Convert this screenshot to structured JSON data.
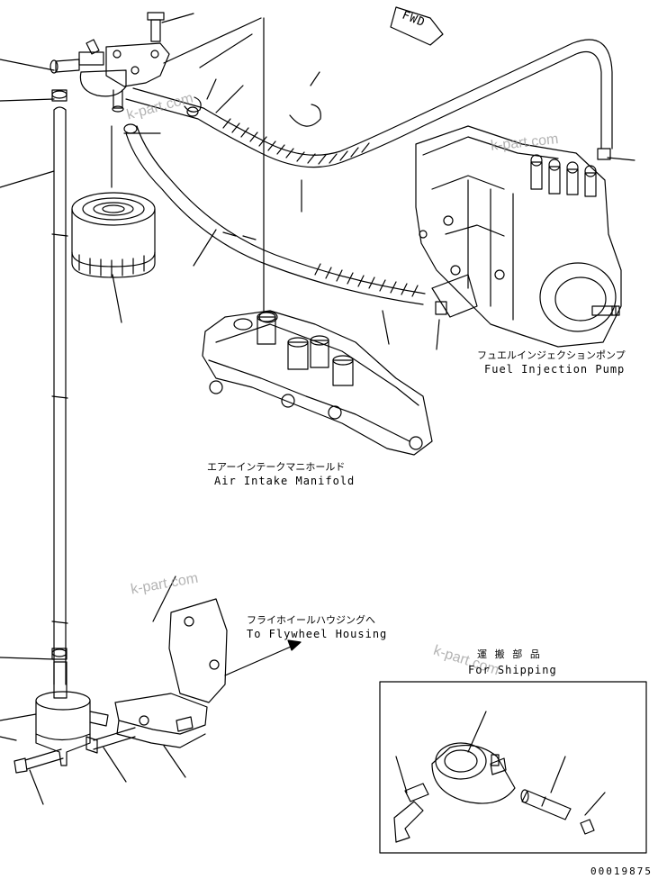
{
  "labels": {
    "fwd": "FWD",
    "fuel_pump_jp": "フュエルインジェクションポンプ",
    "fuel_pump_en": "Fuel Injection Pump",
    "manifold_jp": "エアーインテークマニホールド",
    "manifold_en": "Air Intake Manifold",
    "flywheel_jp": "フライホイールハウジングへ",
    "flywheel_en": "To Flywheel Housing",
    "shipping_jp": "運 搬 部 品",
    "shipping_en": "For Shipping"
  },
  "watermark": "k-part.com",
  "drawing_code": "00019875",
  "colors": {
    "ink": "#000000",
    "watermark": "#9a9a9a",
    "paper": "#ffffff"
  }
}
